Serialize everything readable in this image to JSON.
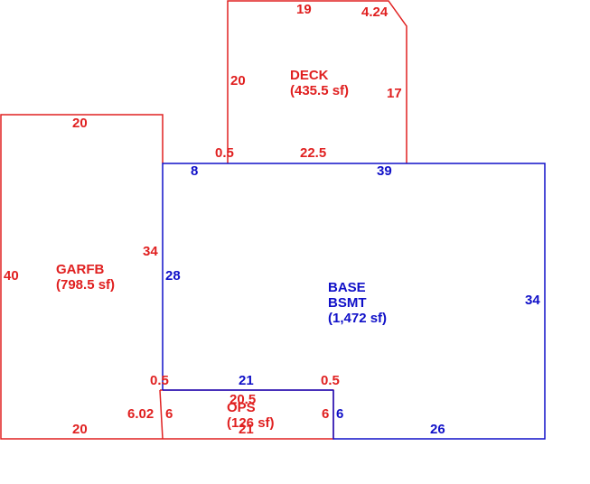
{
  "colors": {
    "red": "#e02020",
    "blue": "#1010c8"
  },
  "areas": {
    "deck": {
      "name": "DECK",
      "sf": "(435.5 sf)"
    },
    "garfb": {
      "name": "GARFB",
      "sf": "(798.5 sf)"
    },
    "base": {
      "name_line1": "BASE",
      "name_line2": "BSMT",
      "sf": "(1,472 sf)"
    },
    "ops": {
      "name": "OPS",
      "sf": "(126 sf)"
    }
  },
  "dimensions": {
    "deck_top": "19",
    "deck_diag": "4.24",
    "deck_left": "20",
    "deck_right": "17",
    "deck_step": "0.5",
    "deck_bottom": "22.5",
    "garfb_top": "20",
    "garfb_left": "40",
    "garfb_right": "34",
    "garfb_bottom": "20",
    "garfb_step": "0.5",
    "garfb_step_len": "6.02",
    "base_top_left": "8",
    "base_top_right": "39",
    "base_left": "28",
    "base_right": "34",
    "base_bottom_mid": "21",
    "base_bottom_right": "26",
    "base_notch_left": "6",
    "base_notch_right": "6",
    "ops_top": "20.5",
    "ops_bottom": "21",
    "ops_step": "0.5",
    "ops_left": "6",
    "ops_right": "6"
  }
}
